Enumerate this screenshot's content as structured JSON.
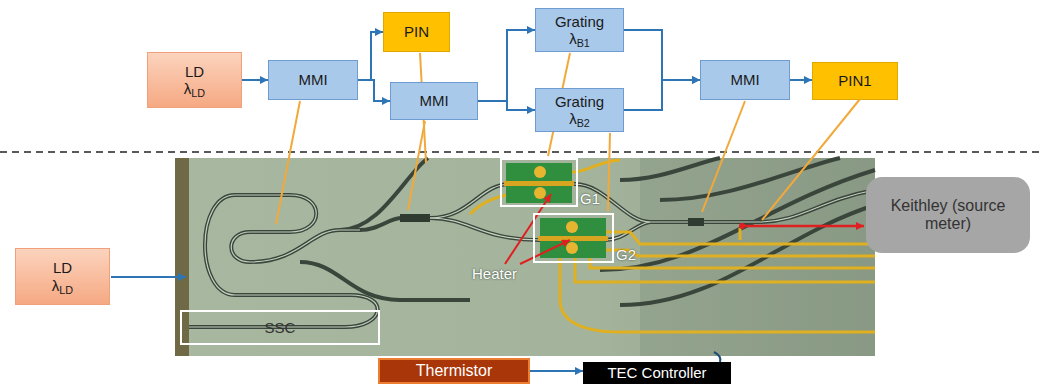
{
  "diagram": {
    "nodes": [
      {
        "text": [
          "LD",
          "λLD"
        ]
      },
      {
        "text": [
          "MMI"
        ]
      },
      {
        "text": [
          "PIN"
        ]
      },
      {
        "text": [
          "MMI"
        ]
      },
      {
        "text": [
          "Grating",
          "λB1"
        ]
      },
      {
        "text": [
          "Grating",
          "λB2"
        ]
      },
      {
        "text": [
          "MMI"
        ]
      },
      {
        "text": [
          "PIN1"
        ]
      },
      {
        "text": [
          "LD",
          "λLD"
        ]
      },
      {
        "text": [
          "SSC"
        ]
      },
      {
        "text": [
          "G1"
        ]
      },
      {
        "text": [
          "G2"
        ]
      },
      {
        "text": [
          "Keithley (source meter)"
        ]
      },
      {
        "text": [
          "Thermistor"
        ]
      },
      {
        "text": [
          "TEC Controller"
        ]
      }
    ],
    "edges": [
      {
        "from": 0,
        "to": 1,
        "arrow": "to"
      },
      {
        "from": 1,
        "to": 2,
        "arrow": "to"
      },
      {
        "from": 1,
        "to": 3,
        "arrow": "to"
      },
      {
        "from": 3,
        "to": 4,
        "arrow": "to"
      },
      {
        "from": 3,
        "to": 5,
        "arrow": "to"
      },
      {
        "from": 4,
        "to": 6,
        "arrow": "to"
      },
      {
        "from": 5,
        "to": 6,
        "arrow": "to"
      },
      {
        "from": 6,
        "to": 7,
        "arrow": "to"
      },
      {
        "from": 13,
        "to": 14,
        "arrow": "to"
      }
    ],
    "labels": [
      "Heater"
    ]
  }
}
